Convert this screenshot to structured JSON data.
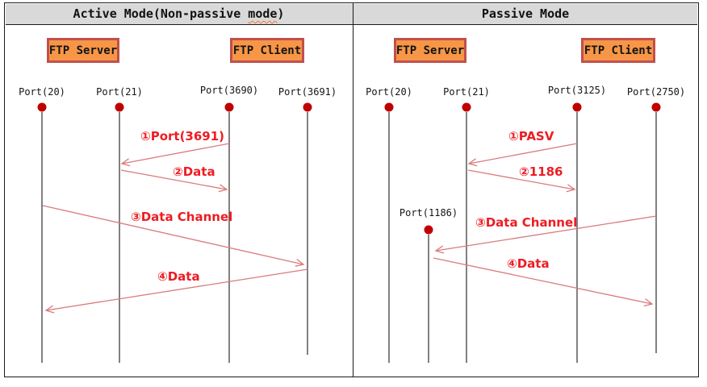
{
  "title_bar": {
    "left": {
      "prefix": "Active Mode(Non-passive ",
      "misspelled_word": "mode",
      "suffix": ")"
    },
    "right": "Passive Mode"
  },
  "left_panel": {
    "server_label": "FTP Server",
    "client_label": "FTP Client",
    "ports": [
      "Port(20)",
      "Port(21)",
      "Port(3690)",
      "Port(3691)"
    ],
    "messages": [
      "①Port(3691)",
      "②Data",
      "③Data Channel",
      "④Data"
    ]
  },
  "right_panel": {
    "server_label": "FTP Server",
    "client_label": "FTP Client",
    "ports": [
      "Port(20)",
      "Port(21)",
      "Port(3125)",
      "Port(2750)"
    ],
    "data_port_label": "Port(1186)",
    "messages": [
      "①PASV",
      "②1186",
      "③Data Channel",
      "④Data"
    ]
  },
  "colors": {
    "arrow": "#d97b7b",
    "message_text": "#ee1c23",
    "port_dot": "#c00000",
    "box_fill": "#f79646",
    "box_border": "#c0504d",
    "header_bg": "#d9d9d9",
    "frame_border": "#1a1a1a"
  }
}
